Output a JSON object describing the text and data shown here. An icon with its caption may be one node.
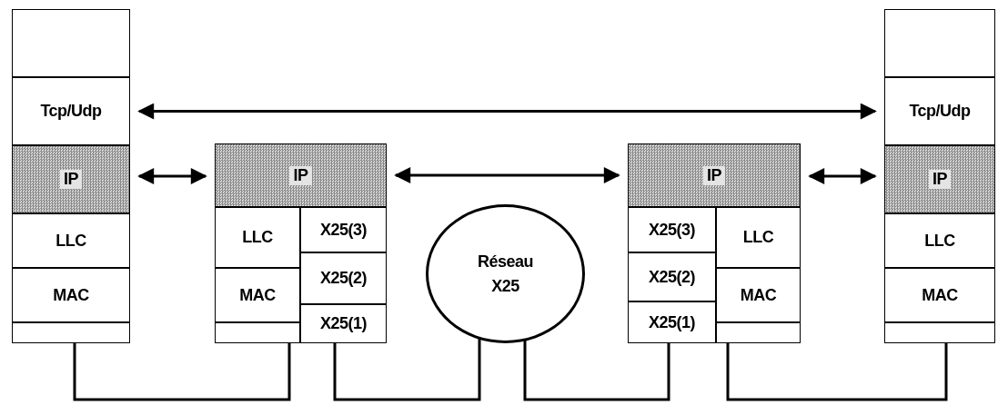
{
  "diagram": {
    "nodes": [
      {
        "text": [],
        "shape": "box"
      },
      {
        "text": [],
        "shape": "box",
        "in": 0
      },
      {
        "text": [
          "Tcp/Udp"
        ],
        "in": 0
      },
      {
        "text": [
          "IP"
        ],
        "in": 0
      },
      {
        "text": [
          "LLC"
        ],
        "in": 0
      },
      {
        "text": [
          "MAC"
        ],
        "in": 0
      },
      {
        "text": [],
        "shape": "box",
        "in": 0
      },
      {
        "text": [],
        "shape": "box"
      },
      {
        "text": [
          "IP"
        ],
        "in": 7
      },
      {
        "text": [
          "LLC"
        ],
        "in": 7
      },
      {
        "text": [
          "MAC"
        ],
        "in": 7
      },
      {
        "text": [],
        "shape": "box",
        "in": 7
      },
      {
        "text": [
          "X25(3)"
        ],
        "in": 7
      },
      {
        "text": [
          "X25(2)"
        ],
        "in": 7
      },
      {
        "text": [
          "X25(1)"
        ],
        "in": 7
      },
      {
        "text": [
          "Réseau X25"
        ]
      },
      {
        "text": [],
        "shape": "box"
      },
      {
        "text": [
          "IP"
        ],
        "in": 16
      },
      {
        "text": [
          "X25(3)"
        ],
        "in": 16
      },
      {
        "text": [
          "X25(2)"
        ],
        "in": 16
      },
      {
        "text": [
          "X25(1)"
        ],
        "in": 16
      },
      {
        "text": [
          "LLC"
        ],
        "in": 16
      },
      {
        "text": [
          "MAC"
        ],
        "in": 16
      },
      {
        "text": [],
        "shape": "box",
        "in": 16
      },
      {
        "text": [],
        "shape": "box"
      },
      {
        "text": [],
        "shape": "box",
        "in": 24
      },
      {
        "text": [
          "Tcp/Udp"
        ],
        "in": 24
      },
      {
        "text": [
          "IP"
        ],
        "in": 24
      },
      {
        "text": [
          "LLC"
        ],
        "in": 24
      },
      {
        "text": [
          "MAC"
        ],
        "in": 24
      },
      {
        "text": [],
        "shape": "box",
        "in": 24
      }
    ],
    "edges": [
      {
        "from": 2,
        "to": 26,
        "arrow": "both"
      },
      {
        "from": 3,
        "to": 8,
        "arrow": "both"
      },
      {
        "from": 8,
        "to": 17,
        "arrow": "both"
      },
      {
        "from": 17,
        "to": 27,
        "arrow": "both"
      },
      {
        "from": 6,
        "to": 11,
        "arrow": "none"
      },
      {
        "from": 14,
        "to": 15,
        "arrow": "none"
      },
      {
        "from": 15,
        "to": 20,
        "arrow": "none"
      },
      {
        "from": 23,
        "to": 30,
        "arrow": "none"
      }
    ]
  }
}
